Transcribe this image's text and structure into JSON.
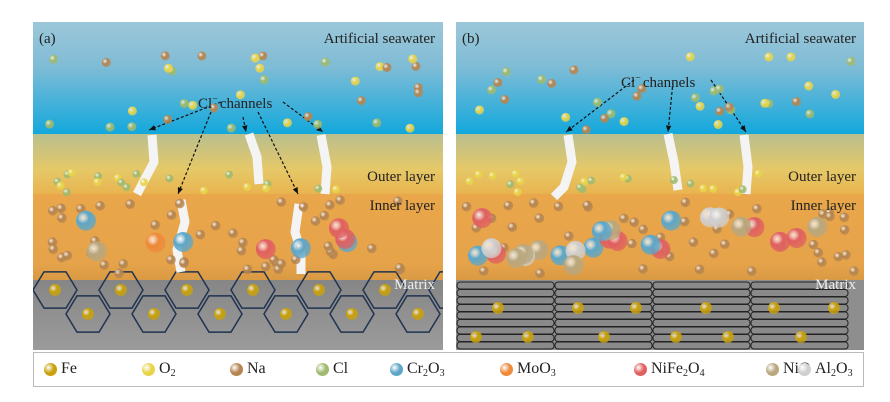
{
  "panels": [
    {
      "id": "a",
      "label": "(a)",
      "seawater_label": "Artificial seawater",
      "channels_label_prefix": "Cl",
      "channels_label_sup": "−",
      "channels_label_suffix": "channels",
      "outer_label": "Outer layer",
      "inner_label": "Inner layer",
      "matrix_label": "Matrix",
      "matrix_style": "hexagonal grains",
      "channel_count": 4
    },
    {
      "id": "b",
      "label": "(b)",
      "seawater_label": "Artificial seawater",
      "channels_label_prefix": "Cl",
      "channels_label_sup": "−",
      "channels_label_suffix": "channels",
      "outer_label": "Outer layer",
      "inner_label": "Inner layer",
      "matrix_label": "Matrix",
      "matrix_style": "lamellar plates",
      "channel_count": 3
    }
  ],
  "legend": [
    {
      "name": "Fe",
      "base": "Fe",
      "sub1": "",
      "mid": "",
      "sub2": "",
      "color": "#c9a10c"
    },
    {
      "name": "O2",
      "base": "O",
      "sub1": "2",
      "mid": "",
      "sub2": "",
      "color": "#e8d44a"
    },
    {
      "name": "Na",
      "base": "Na",
      "sub1": "",
      "mid": "",
      "sub2": "",
      "color": "#b58550"
    },
    {
      "name": "Cl",
      "base": "Cl",
      "sub1": "",
      "mid": "",
      "sub2": "",
      "color": "#9fba6e"
    },
    {
      "name": "Cr2O3",
      "base": "Cr",
      "sub1": "2",
      "mid": "O",
      "sub2": "3",
      "color": "#5da6c8"
    },
    {
      "name": "MoO3",
      "base": "MoO",
      "sub1": "3",
      "mid": "",
      "sub2": "",
      "color": "#ee8a3a"
    },
    {
      "name": "NiFe2O4",
      "base": "NiFe",
      "sub1": "2",
      "mid": "O",
      "sub2": "4",
      "color": "#e06060"
    },
    {
      "name": "NiO",
      "base": "NiO",
      "sub1": "",
      "mid": "",
      "sub2": "",
      "color": "#b9a77e"
    },
    {
      "name": "Al2O3",
      "base": "Al",
      "sub1": "2",
      "mid": "O",
      "sub2": "3",
      "color": "#cfcfcf"
    }
  ]
}
